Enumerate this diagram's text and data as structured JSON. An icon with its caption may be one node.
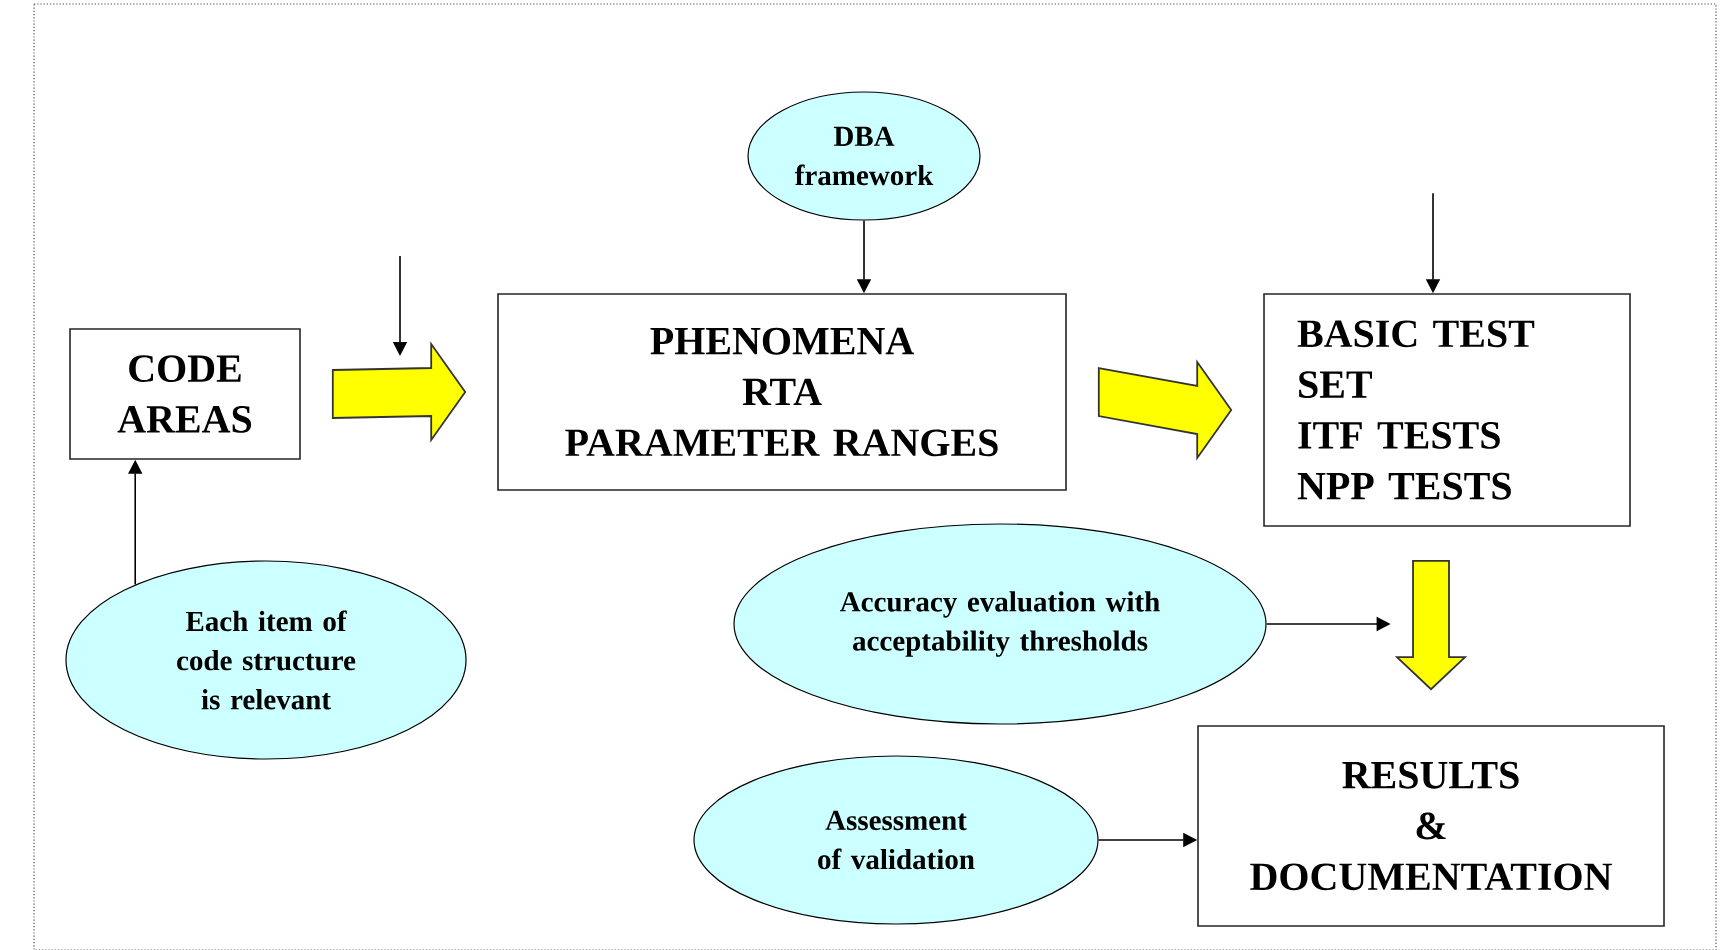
{
  "diagram": {
    "nodes": [
      {
        "text": [
          "CODE AREAS"
        ]
      },
      {
        "text": [
          "PHENOMENA",
          "RTA",
          "PARAMETER RANGES"
        ]
      },
      {
        "text": [
          "BASIC TEST SET",
          "ITF TESTS",
          "NPP TESTS"
        ]
      },
      {
        "text": [
          "RESULTS",
          "&",
          "DOCUMENTATION"
        ]
      },
      {
        "text": [
          "DBA framework"
        ]
      },
      {
        "text": [
          "Each item of code structure is relevant"
        ]
      },
      {
        "text": [
          "Accuracy evaluation with acceptability thresholds"
        ]
      },
      {
        "text": [
          "Assessment of validation"
        ]
      }
    ],
    "edges": [
      {
        "from": 5,
        "to": 0,
        "arrow": "to"
      },
      {
        "from": 0,
        "to": 1,
        "arrow": "to",
        "style": "thick",
        "color": "#ffff00"
      },
      {
        "from": 4,
        "to": 1,
        "arrow": "to"
      },
      {
        "from": 1,
        "to": 2,
        "arrow": "to",
        "style": "thick",
        "color": "#ffff00"
      },
      {
        "from": null,
        "to": 2,
        "arrow": "to"
      },
      {
        "from": 2,
        "to": 3,
        "arrow": "to",
        "style": "thick",
        "color": "#ffff00"
      },
      {
        "from": 6,
        "to": null,
        "arrow": "to"
      },
      {
        "from": 7,
        "to": 3,
        "arrow": "to"
      }
    ]
  }
}
